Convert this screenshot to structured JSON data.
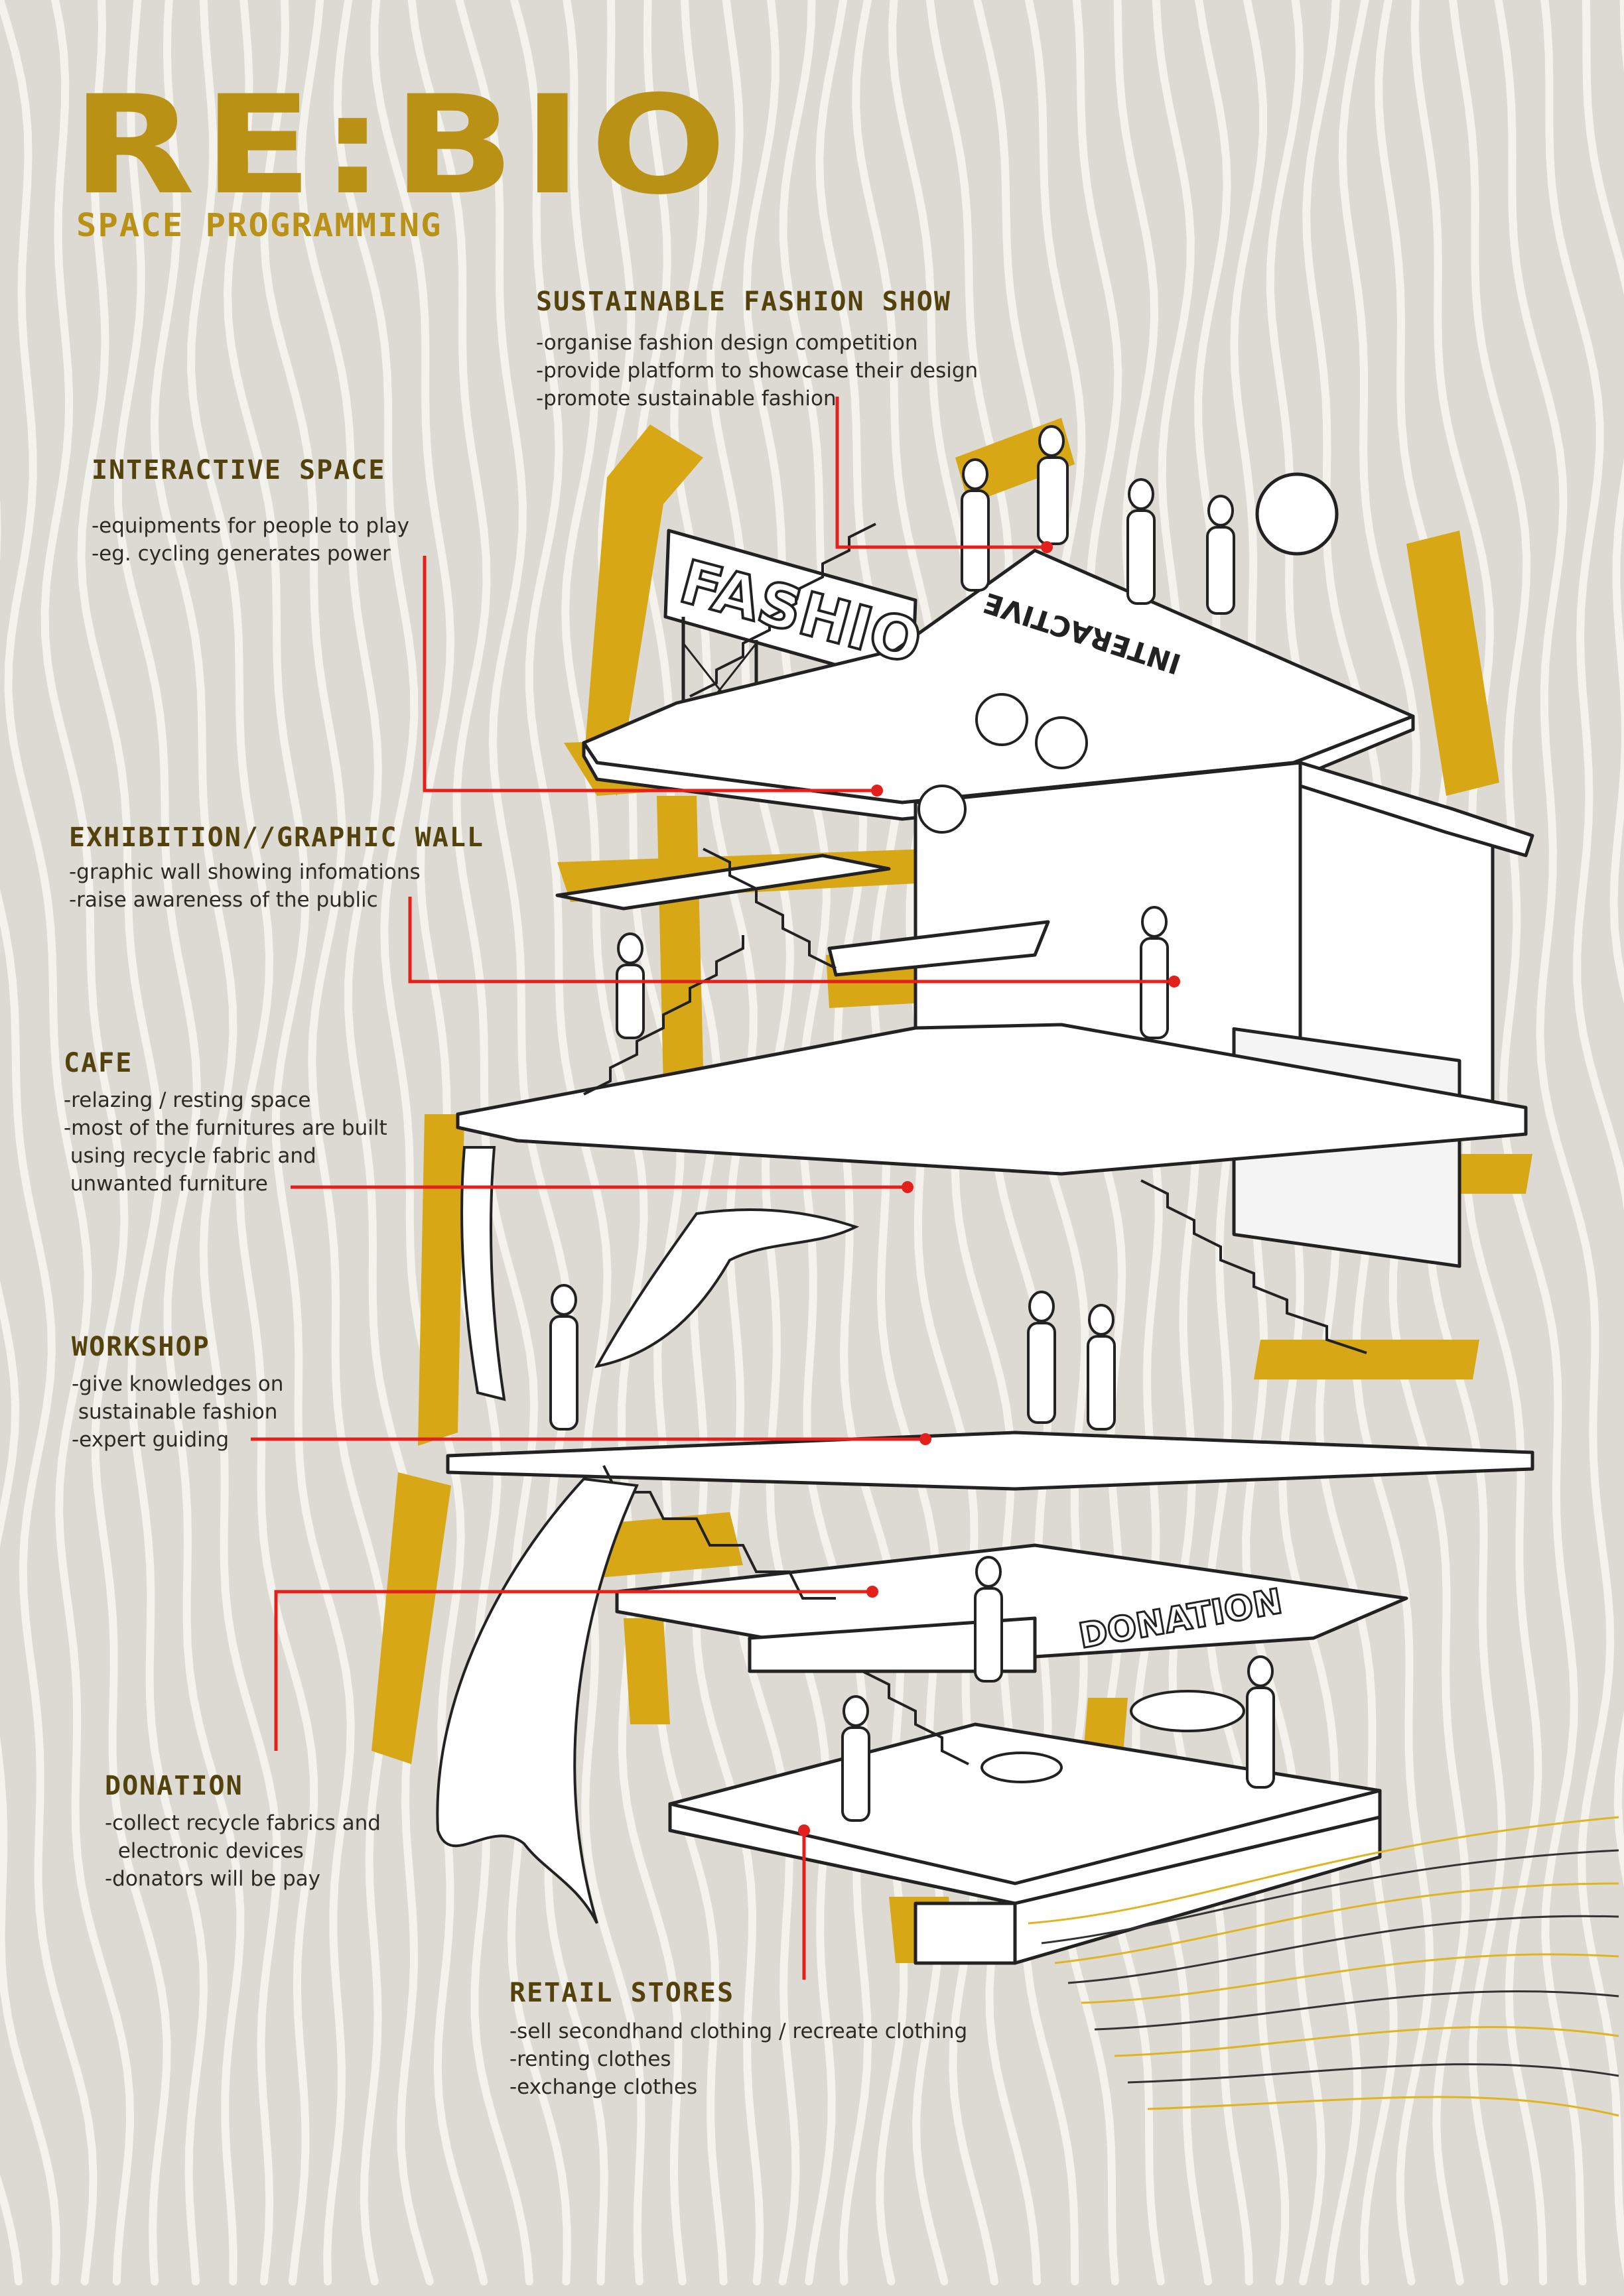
{
  "header": {
    "title": "RE:BIO",
    "subtitle": "SPACE PROGRAMMING"
  },
  "colors": {
    "background": "#dcdad2",
    "accent_gold": "#b99114",
    "heading_brown": "#54420c",
    "leader_red": "#e3201b",
    "ink": "#222222"
  },
  "sign_text": {
    "fashion_sign": "FASHIO",
    "interactive_sign": "INTERACTIVE",
    "donation_sign": "DONATION"
  },
  "programs": [
    {
      "title": "SUSTAINABLE FASHION  SHOW",
      "lines": [
        "-organise fashion design competition",
        "-provide platform to showcase their design",
        "-promote sustainable fashion"
      ]
    },
    {
      "title": "INTERACTIVE SPACE",
      "lines": [
        "-equipments for people to play",
        "-eg. cycling generates power"
      ]
    },
    {
      "title": "EXHIBITION//GRAPHIC WALL",
      "lines": [
        "-graphic wall showing infomations",
        "-raise awareness of the public"
      ]
    },
    {
      "title": "CAFE",
      "lines": [
        "-relazing / resting space",
        "-most of the furnitures are built",
        " using recycle fabric and",
        " unwanted furniture"
      ]
    },
    {
      "title": "WORKSHOP",
      "lines": [
        "-give knowledges on",
        " sustainable fashion",
        "-expert guiding"
      ]
    },
    {
      "title": "DONATION",
      "lines": [
        "-collect recycle fabrics and",
        "  electronic devices",
        "-donators will be pay"
      ]
    },
    {
      "title": "RETAIL STORES",
      "lines": [
        "-sell secondhand clothing / recreate clothing",
        "-renting clothes",
        "-exchange clothes"
      ]
    }
  ]
}
